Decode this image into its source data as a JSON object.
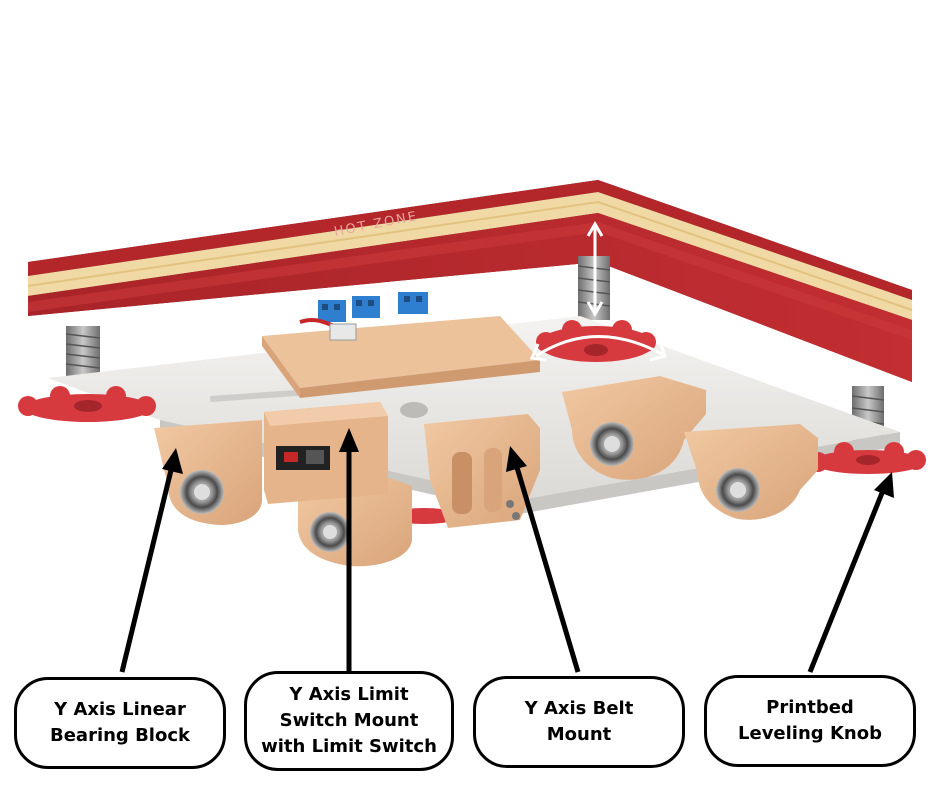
{
  "labels": {
    "bearing_block": "Y Axis Linear Bearing Block",
    "limit_switch_mount": "Y Axis Limit Switch Mount with Limit Switch",
    "belt_mount": "Y Axis Belt Mount",
    "leveling_knob": "Printbed Leveling Knob"
  },
  "bed_silkscreen": "HOT  ZONE",
  "colors": {
    "heatbed_red": "#b3262a",
    "wood_layer": "#f1d9a5",
    "printed_parts": "#e9b98e",
    "carriage_plate": "#ecebe8",
    "knob_red": "#d63a3e",
    "terminal_blue": "#2f7fd1",
    "springs": "#9a9a9a",
    "outline": "#000000",
    "background": "#ffffff"
  }
}
